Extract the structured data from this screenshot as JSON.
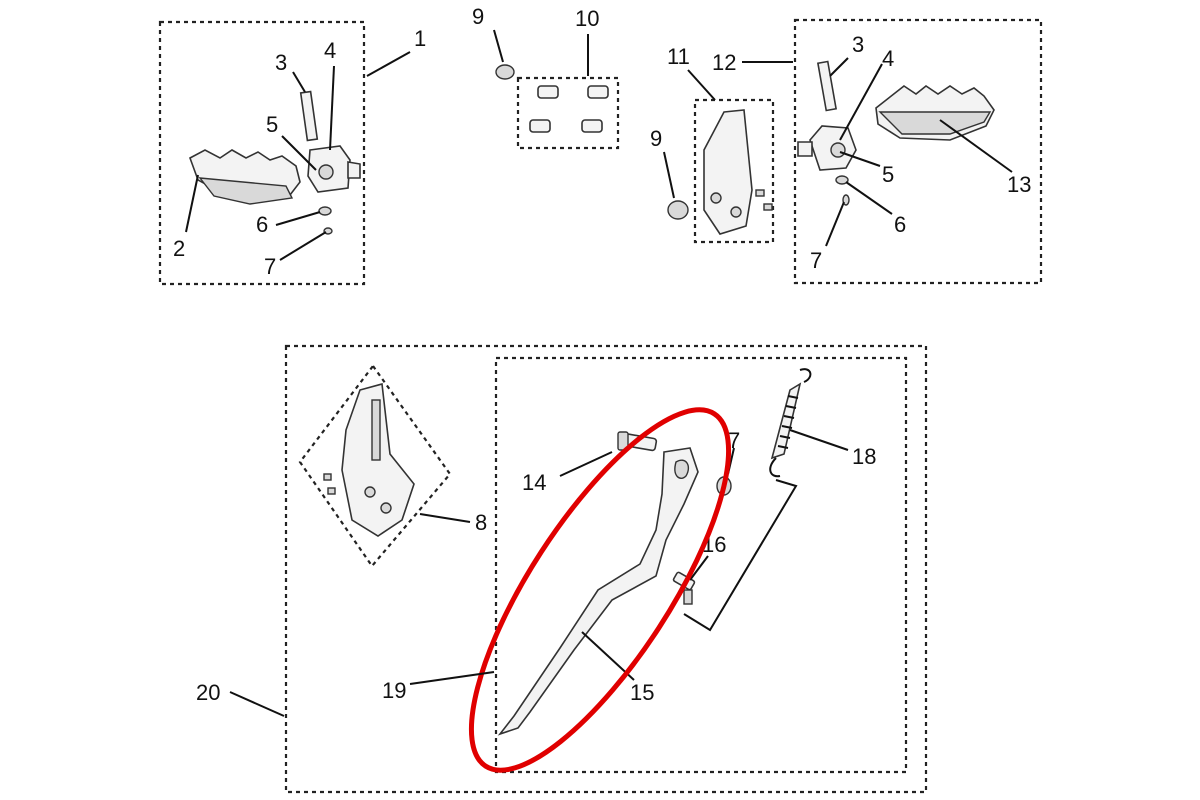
{
  "diagram": {
    "labels": {
      "l1": "1",
      "l2": "2",
      "l3a": "3",
      "l4a": "4",
      "l5a": "5",
      "l6a": "6",
      "l7a": "7",
      "l9a": "9",
      "l10": "10",
      "l11": "11",
      "l9b": "9",
      "l12": "12",
      "l3b": "3",
      "l4b": "4",
      "l5b": "5",
      "l13": "13",
      "l6b": "6",
      "l7b": "7",
      "l8": "8",
      "l14": "14",
      "l7c": "7",
      "l18": "18",
      "l16": "16",
      "l15": "15",
      "l19": "19",
      "l20": "20"
    },
    "highlight_color": "#e00000"
  }
}
